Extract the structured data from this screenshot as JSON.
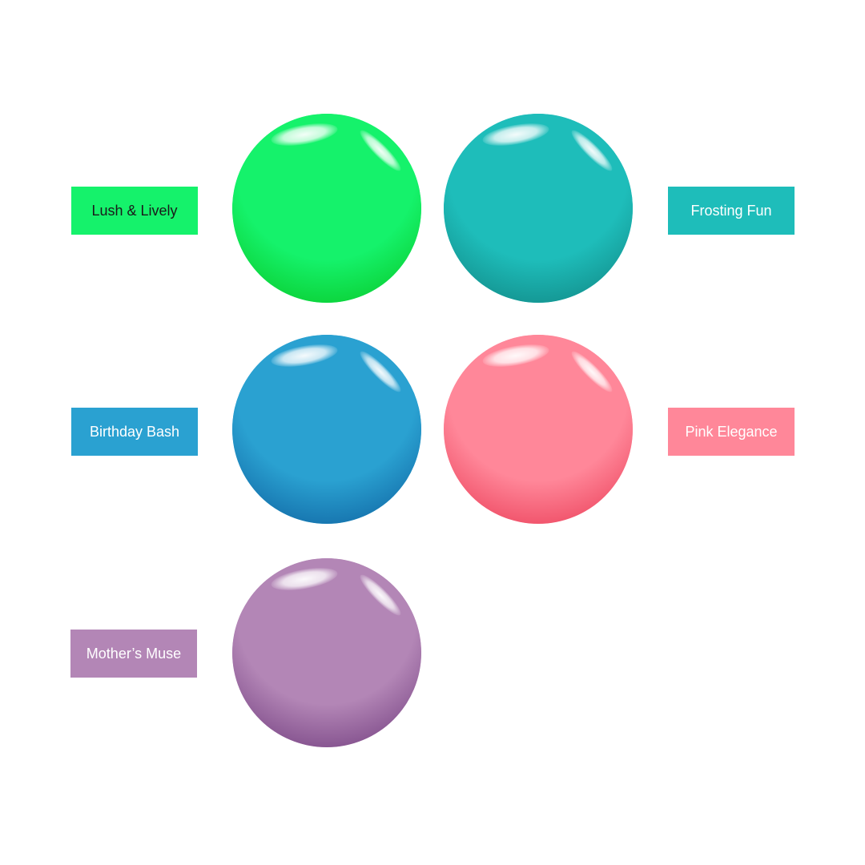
{
  "swatches": [
    {
      "name": "Lush & Lively",
      "color": "#15f26b",
      "shadow": "#07c21f",
      "text_color": "#1a1a1a",
      "side": "left"
    },
    {
      "name": "Frosting Fun",
      "color": "#1ebdba",
      "shadow": "#0f7f7c",
      "text_color": "#ffffff",
      "side": "right"
    },
    {
      "name": "Birthday Bash",
      "color": "#2aa1d1",
      "shadow": "#0b5a9a",
      "text_color": "#ffffff",
      "side": "left"
    },
    {
      "name": "Pink Elegance",
      "color": "#ff8799",
      "shadow": "#e8344f",
      "text_color": "#ffffff",
      "side": "right"
    },
    {
      "name": "Mother’s Muse",
      "color": "#b386b6",
      "shadow": "#6a3578",
      "text_color": "#ffffff",
      "side": "left"
    }
  ]
}
